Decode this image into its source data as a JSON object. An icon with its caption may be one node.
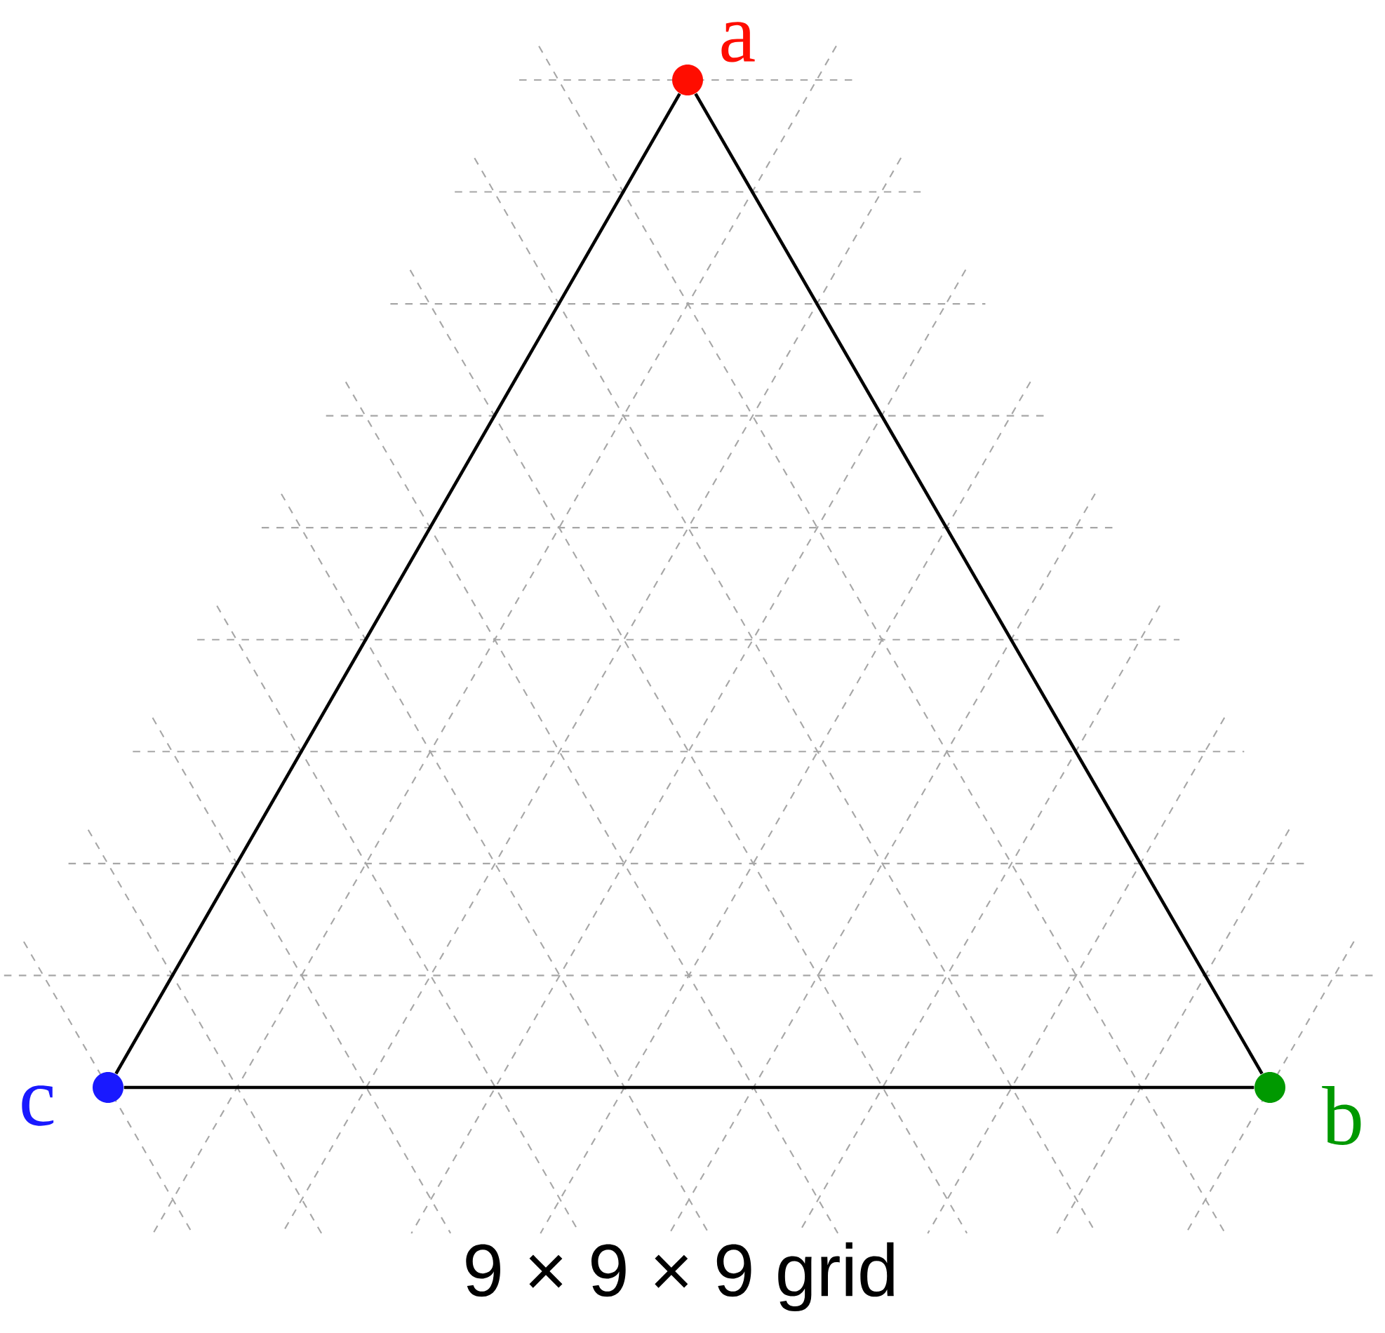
{
  "diagram": {
    "caption": "9 × 9 × 9 grid",
    "nodes": [
      {
        "text": [],
        "shape": "circle",
        "beside": [
          "a"
        ]
      },
      {
        "text": [],
        "shape": "circle",
        "beside": [
          "b"
        ]
      },
      {
        "text": [],
        "shape": "circle",
        "beside": [
          "c"
        ]
      }
    ],
    "edges": [
      {
        "from": 0,
        "to": 1,
        "arrow": "none"
      },
      {
        "from": 1,
        "to": 2,
        "arrow": "none"
      },
      {
        "from": 2,
        "to": 0,
        "arrow": "none"
      }
    ]
  }
}
